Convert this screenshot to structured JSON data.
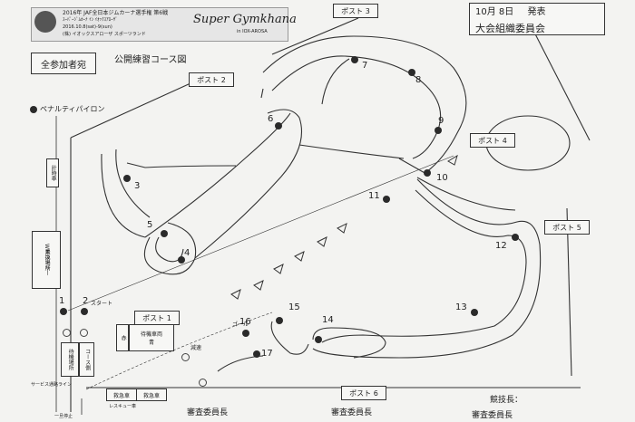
{
  "header": {
    "event_line1": "2016年 JAF全日本ジムカーナ選手権 第6戦",
    "event_line2": "ｽｰﾊﾟｰｼﾞﾑｶｰﾅ ｲﾝ ｲｵｯｸｽｱﾛｰｻﾞ",
    "event_line3": "2016.10.8(sat)-9(sun)",
    "organizer": "(株) イオックスアローザ スポーツランド",
    "logo_brand": "Super Gymkhana",
    "logo_sub": "in IOX-AROSA"
  },
  "notice": {
    "date": "10月 8日",
    "release": "発表",
    "issuer": "大会組織委員会"
  },
  "audience": "全参加者宛",
  "map_title": "公開練習コース図",
  "legend": "ペナルティパイロン",
  "posts": {
    "post1": "ポスト 1",
    "post2": "ポスト 2",
    "post3": "ポスト 3",
    "post4": "ポスト 4",
    "post5": "ポスト 5",
    "post6": "ポスト 6"
  },
  "pylons": [
    "1",
    "2",
    "3",
    "4",
    "5",
    "6",
    "7",
    "8",
    "9",
    "10",
    "11",
    "12",
    "13",
    "14",
    "15",
    "16",
    "17"
  ],
  "labels": {
    "start": "スタート",
    "goal": "ゴール",
    "slow": "減速",
    "timing": "計時車",
    "w_entry": "Wエントリー",
    "swap_area": "乗換場所",
    "wait_area": "待機場所",
    "course_side": "コース側",
    "wait_vehicle": "待機車両",
    "sign1": "赤",
    "sign2": "青",
    "service_line": "サービス通路ライン",
    "ambulance1": "救急車",
    "ambulance2": "救急車",
    "rescue": "レスキュー車",
    "stop_line": "一旦停止",
    "judge1": "審査委員長",
    "judge2": "審査委員長",
    "judge3": "審査委員長",
    "clerk": "競技長："
  }
}
